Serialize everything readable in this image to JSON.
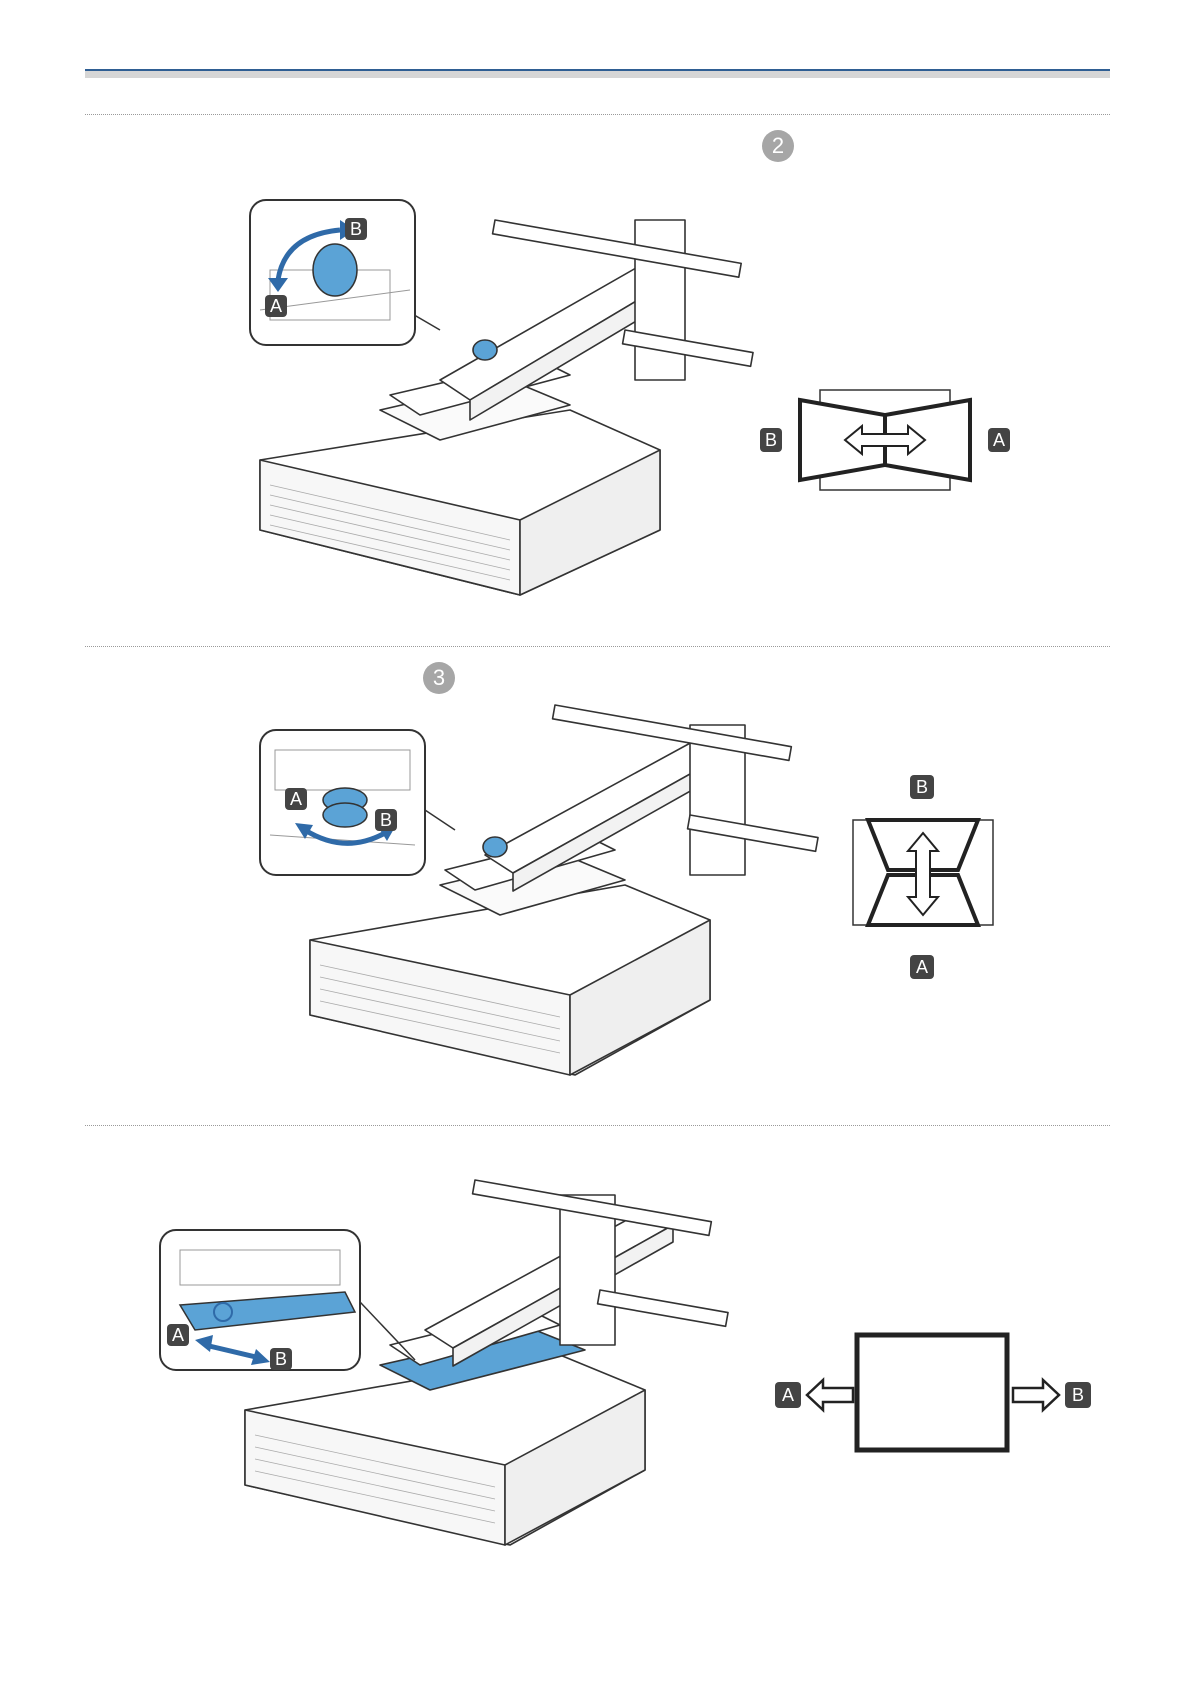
{
  "header": {
    "accent_color": "#2f5e93",
    "rule_color": "#d6d6d6"
  },
  "steps": [
    {
      "number": "2"
    },
    {
      "number": "3"
    }
  ],
  "labels": {
    "a": "A",
    "b": "B"
  },
  "colors": {
    "highlight": "#5ba3d6",
    "arrow": "#2f6aa8"
  }
}
